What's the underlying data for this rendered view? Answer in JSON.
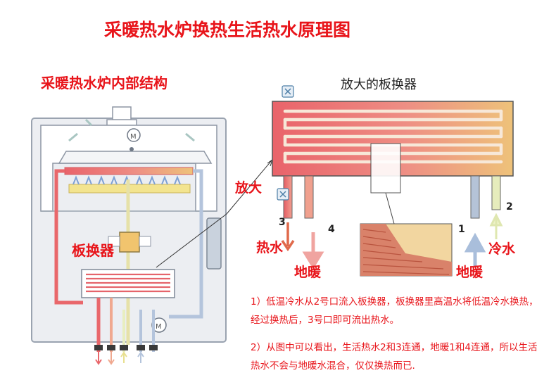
{
  "title": "采暖热水炉换热生活热水原理图",
  "left_panel": {
    "title": "采暖热水炉内部结构",
    "heat_exchanger_label": "板换器"
  },
  "right_panel": {
    "title": "放大的板换器",
    "zoom_label": "放大",
    "ports": [
      "1",
      "2",
      "3",
      "4"
    ],
    "hot_water_label": "热水",
    "cold_water_label": "冷水",
    "floor_heating_label_left": "地暖",
    "floor_heating_label_right": "地暖"
  },
  "notes": [
    "1）低温冷水从2号口流入板换器，板换器里高温水将低温冷水换热，经过换热后，3号口即可流出热水。",
    "2）从图中可以看出，生活热水2和3连通，地暖1和4连通，所以生活热水不会与地暖水混合，仅仅换热而已."
  ],
  "colors": {
    "title_red": "#e8141a",
    "hot_pipe": "#e9676b",
    "warm_pipe": "#f2b46a",
    "cold_pipe": "#aebfd6",
    "pale_pipe": "#e8eec0"
  }
}
